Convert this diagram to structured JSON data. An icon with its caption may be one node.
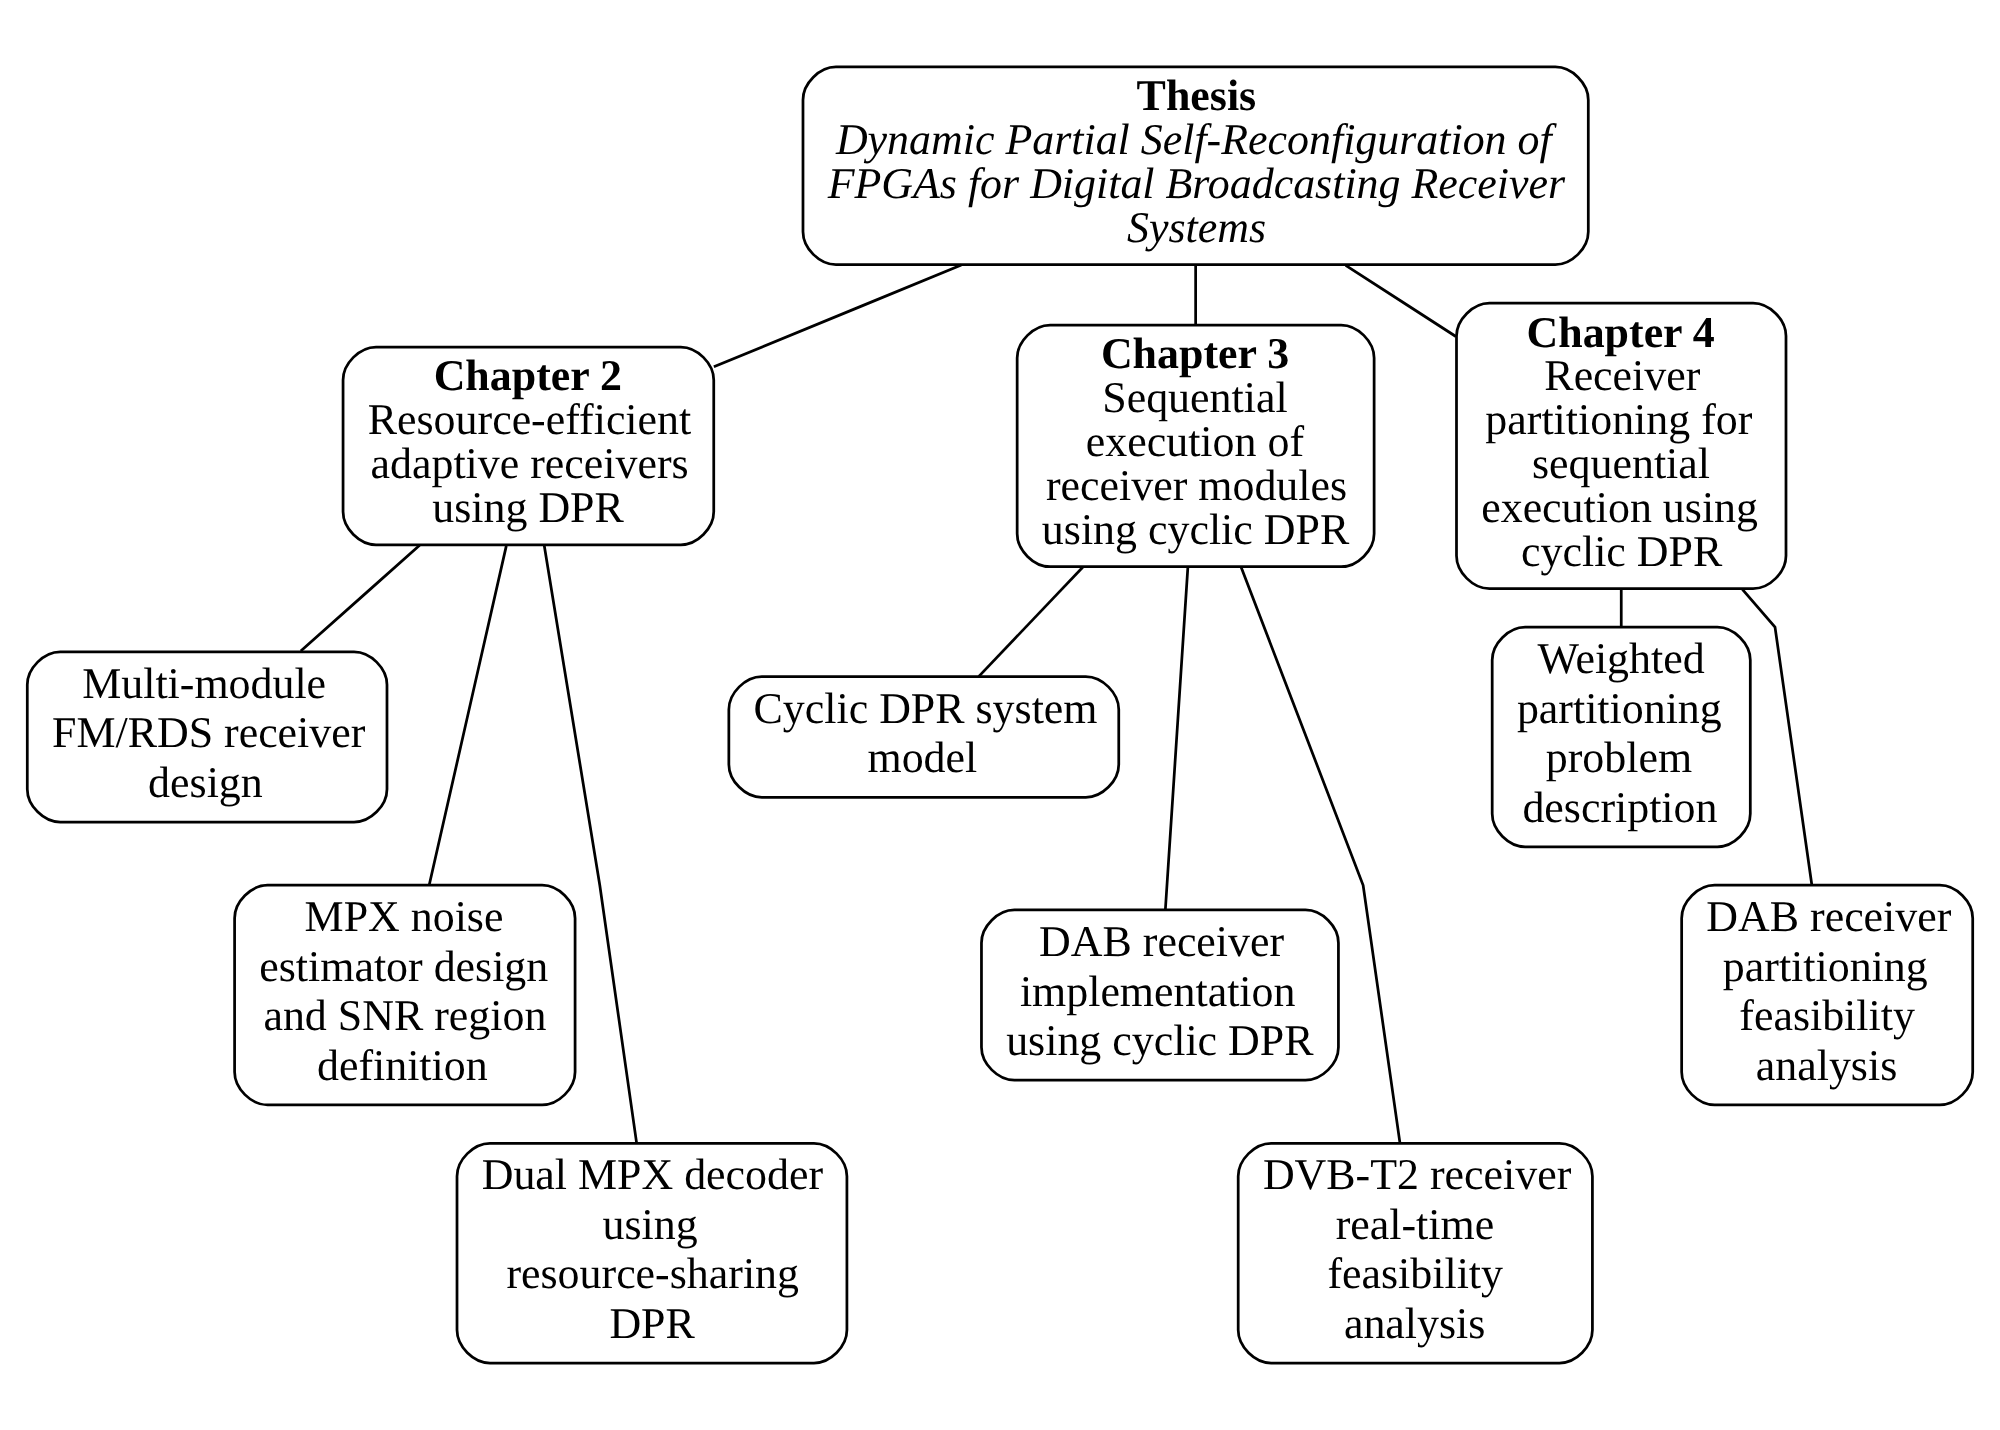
{
  "diagram": {
    "nodes": [
      {
        "text": [
          "Thesis",
          "Dynamic Partial Self-Reconfiguration of FPGAs for Digital Broadcasting Receiver Systems"
        ]
      },
      {
        "text": [
          "Chapter 2",
          "Resource-efficient adaptive receivers using DPR"
        ]
      },
      {
        "text": [
          "Chapter 3",
          "Sequential execution of receiver modules using cyclic DPR"
        ]
      },
      {
        "text": [
          "Chapter 4",
          "Receiver partitioning for sequential execution using cyclic DPR"
        ]
      },
      {
        "text": [
          "Multi-module FM/RDS receiver design"
        ]
      },
      {
        "text": [
          "MPX noise estimator design and SNR region definition"
        ]
      },
      {
        "text": [
          "Dual MPX decoder using resource-sharing DPR"
        ]
      },
      {
        "text": [
          "Cyclic DPR system model"
        ]
      },
      {
        "text": [
          "DAB receiver implementation using cyclic DPR"
        ]
      },
      {
        "text": [
          "DVB-T2 receiver real-time feasibility analysis"
        ]
      },
      {
        "text": [
          "Weighted partitioning problem description"
        ]
      },
      {
        "text": [
          "DAB receiver partitioning feasibility analysis"
        ]
      }
    ],
    "edges": [
      {
        "from": 0,
        "to": 1,
        "arrow": "none"
      },
      {
        "from": 0,
        "to": 2,
        "arrow": "none"
      },
      {
        "from": 0,
        "to": 3,
        "arrow": "none"
      },
      {
        "from": 1,
        "to": 4,
        "arrow": "none"
      },
      {
        "from": 1,
        "to": 5,
        "arrow": "none"
      },
      {
        "from": 1,
        "to": 6,
        "arrow": "none"
      },
      {
        "from": 2,
        "to": 7,
        "arrow": "none"
      },
      {
        "from": 2,
        "to": 8,
        "arrow": "none"
      },
      {
        "from": 2,
        "to": 9,
        "arrow": "none"
      },
      {
        "from": 3,
        "to": 10,
        "arrow": "none"
      },
      {
        "from": 3,
        "to": 11,
        "arrow": "none"
      }
    ]
  }
}
